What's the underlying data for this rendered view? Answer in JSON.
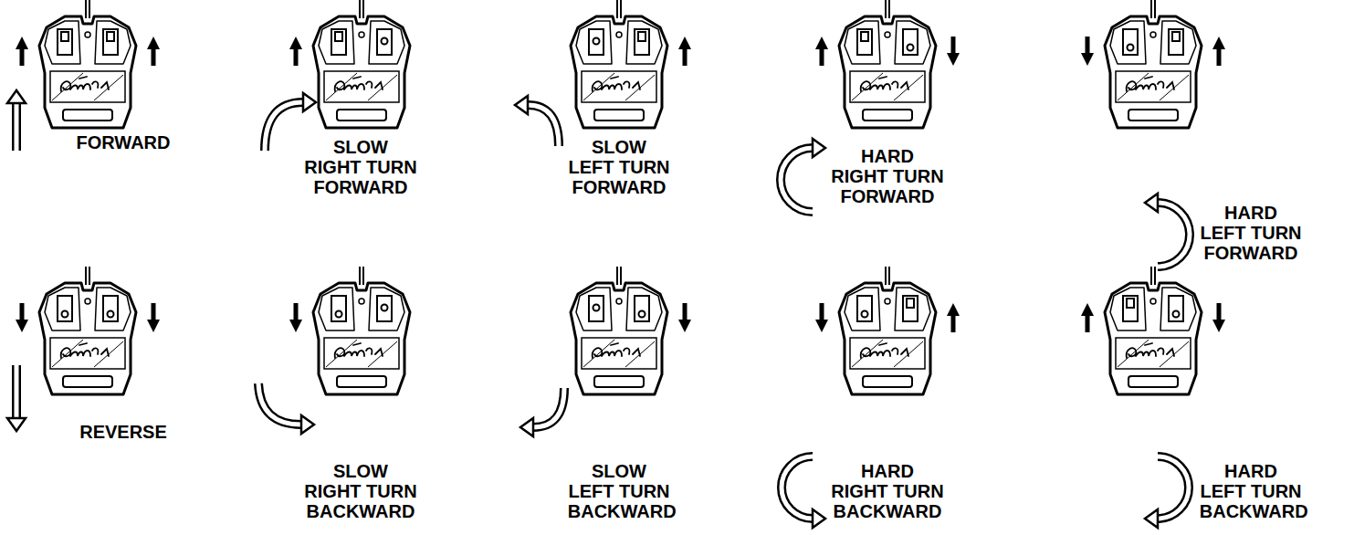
{
  "diagram": {
    "labels": [
      "FORWARD",
      "SLOW RIGHT TURN FORWARD",
      "SLOW LEFT TURN FORWARD",
      "HARD RIGHT TURN FORWARD",
      "HARD LEFT TURN FORWARD",
      "REVERSE",
      "SLOW RIGHT TURN BACKWARD",
      "SLOW LEFT TURN BACKWARD",
      "HARD RIGHT TURN BACKWARD",
      "HARD LEFT TURN BACKWARD"
    ]
  }
}
